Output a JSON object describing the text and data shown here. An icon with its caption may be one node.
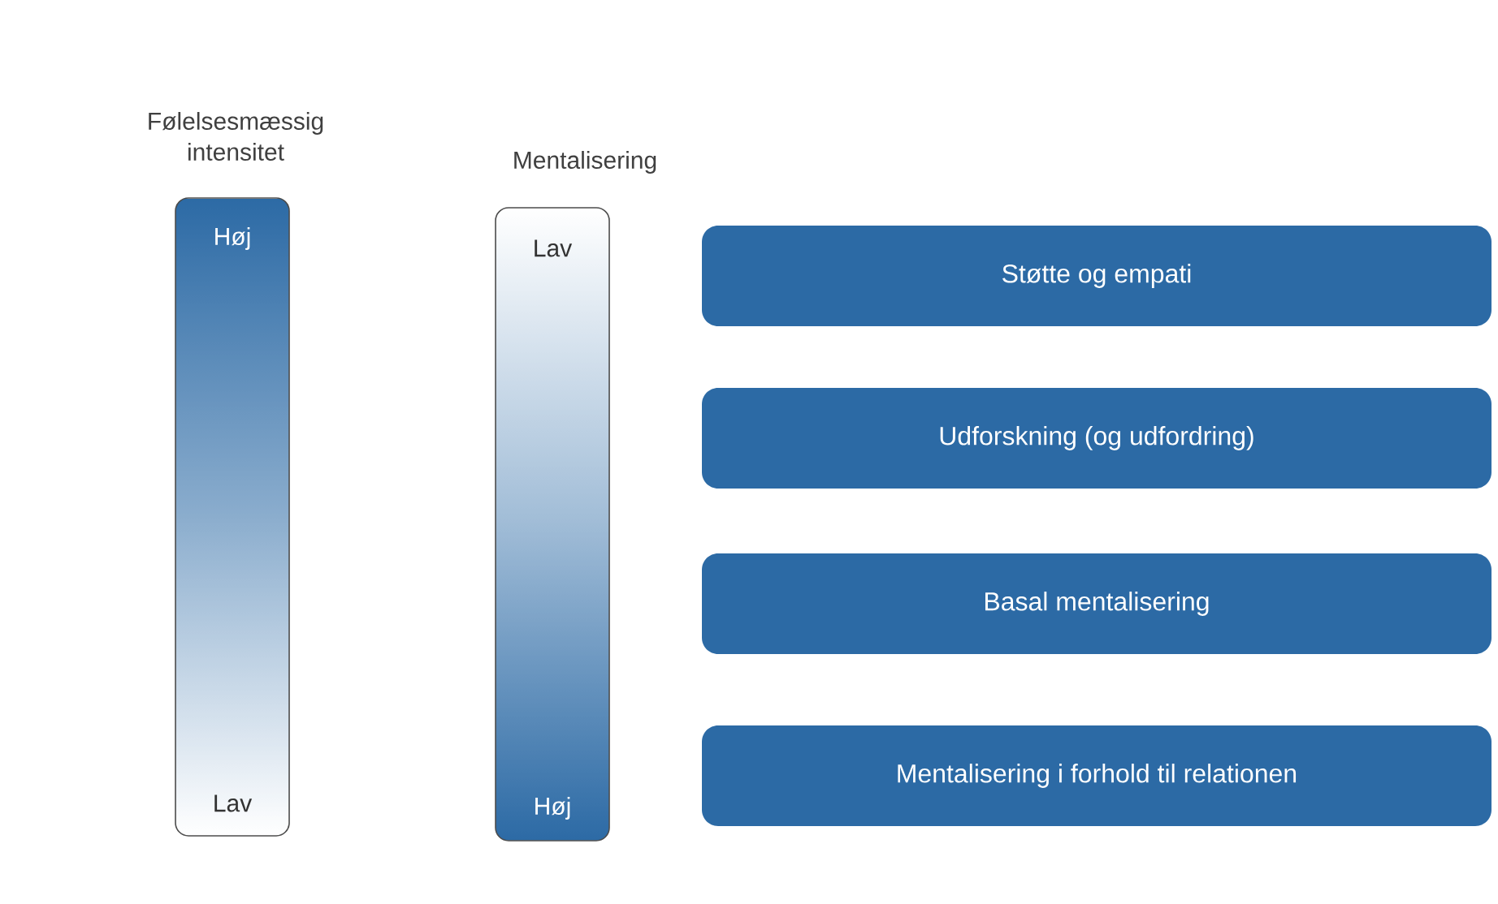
{
  "diagram": {
    "nodes": [
      {
        "text": [
          "Følelsesmæssig intensitet",
          "Høj",
          "Lav"
        ]
      },
      {
        "text": [
          "Mentalisering",
          "Lav",
          "Høj"
        ]
      },
      {
        "text": [
          "Støtte og empati"
        ]
      },
      {
        "text": [
          "Udforskning (og udfordring)"
        ]
      },
      {
        "text": [
          "Basal mentalisering"
        ]
      },
      {
        "text": [
          "Mentalisering i forhold til relationen"
        ]
      }
    ]
  }
}
